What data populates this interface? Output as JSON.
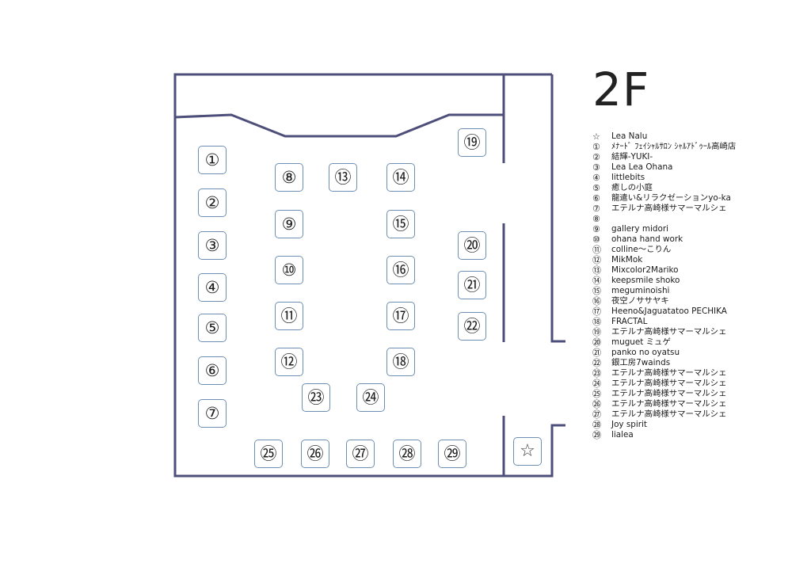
{
  "floor": {
    "title": "2F"
  },
  "colors": {
    "wall": "#4d4f7a",
    "booth_border": "#6d8fb4"
  },
  "booths": [
    {
      "id": "b1",
      "symbol": "①"
    },
    {
      "id": "b2",
      "symbol": "②"
    },
    {
      "id": "b3",
      "symbol": "③"
    },
    {
      "id": "b4",
      "symbol": "④"
    },
    {
      "id": "b5",
      "symbol": "⑤"
    },
    {
      "id": "b6",
      "symbol": "⑥"
    },
    {
      "id": "b7",
      "symbol": "⑦"
    },
    {
      "id": "b8",
      "symbol": "⑧"
    },
    {
      "id": "b9",
      "symbol": "⑨"
    },
    {
      "id": "b10",
      "symbol": "⑩"
    },
    {
      "id": "b11",
      "symbol": "⑪"
    },
    {
      "id": "b12",
      "symbol": "⑫"
    },
    {
      "id": "b13",
      "symbol": "⑬"
    },
    {
      "id": "b14",
      "symbol": "⑭"
    },
    {
      "id": "b15",
      "symbol": "⑮"
    },
    {
      "id": "b16",
      "symbol": "⑯"
    },
    {
      "id": "b17",
      "symbol": "⑰"
    },
    {
      "id": "b18",
      "symbol": "⑱"
    },
    {
      "id": "b19",
      "symbol": "⑲"
    },
    {
      "id": "b20",
      "symbol": "⑳"
    },
    {
      "id": "b21",
      "symbol": "㉑"
    },
    {
      "id": "b22",
      "symbol": "㉒"
    },
    {
      "id": "b23",
      "symbol": "㉓"
    },
    {
      "id": "b24",
      "symbol": "㉔"
    },
    {
      "id": "b25",
      "symbol": "㉕"
    },
    {
      "id": "b26",
      "symbol": "㉖"
    },
    {
      "id": "b27",
      "symbol": "㉗"
    },
    {
      "id": "b28",
      "symbol": "㉘"
    },
    {
      "id": "b29",
      "symbol": "㉙"
    },
    {
      "id": "star",
      "symbol": "☆"
    }
  ],
  "legend": [
    {
      "num": "☆",
      "name": "Lea Nalu"
    },
    {
      "num": "①",
      "name": "ﾒﾅｰﾄﾞ ﾌｪｲｼｬﾙｻﾛﾝ ｼｬﾙｱﾄﾞｩｰﾙ高崎店"
    },
    {
      "num": "②",
      "name": "結輝-YUKI-"
    },
    {
      "num": "③",
      "name": "Lea Lea Ohana"
    },
    {
      "num": "④",
      "name": "littlebits"
    },
    {
      "num": "⑤",
      "name": "癒しの小庭"
    },
    {
      "num": "⑥",
      "name": "龍遣い&リラクゼーションyo-ka"
    },
    {
      "num": "⑦",
      "name": "エテルナ高崎様サマーマルシェ"
    },
    {
      "num": "⑧",
      "name": ""
    },
    {
      "num": "⑨",
      "name": "gallery midori"
    },
    {
      "num": "⑩",
      "name": "ohana hand work"
    },
    {
      "num": "⑪",
      "name": "colline～こりん"
    },
    {
      "num": "⑫",
      "name": "MikMok"
    },
    {
      "num": "⑬",
      "name": "Mixcolor2Mariko"
    },
    {
      "num": "⑭",
      "name": "keepsmile shoko"
    },
    {
      "num": "⑮",
      "name": "meguminoishi"
    },
    {
      "num": "⑯",
      "name": "夜空ノササヤキ"
    },
    {
      "num": "⑰",
      "name": "Heeno&Jaguatatoo PECHIKA"
    },
    {
      "num": "⑱",
      "name": " FRACTAL"
    },
    {
      "num": "⑲",
      "name": "エテルナ高崎様サマーマルシェ"
    },
    {
      "num": "⑳",
      "name": "muguet ミュゲ"
    },
    {
      "num": "㉑",
      "name": " panko no oyatsu"
    },
    {
      "num": "㉒",
      "name": "銀工房7wainds"
    },
    {
      "num": "㉓",
      "name": "エテルナ高崎様サマーマルシェ"
    },
    {
      "num": "㉔",
      "name": "エテルナ高崎様サマーマルシェ"
    },
    {
      "num": "㉕",
      "name": "エテルナ高崎様サマーマルシェ"
    },
    {
      "num": "㉖",
      "name": "エテルナ高崎様サマーマルシェ"
    },
    {
      "num": "㉗",
      "name": "エテルナ高崎様サマーマルシェ"
    },
    {
      "num": "㉘",
      "name": "Joy spirit"
    },
    {
      "num": "㉙",
      "name": "lialea"
    }
  ]
}
